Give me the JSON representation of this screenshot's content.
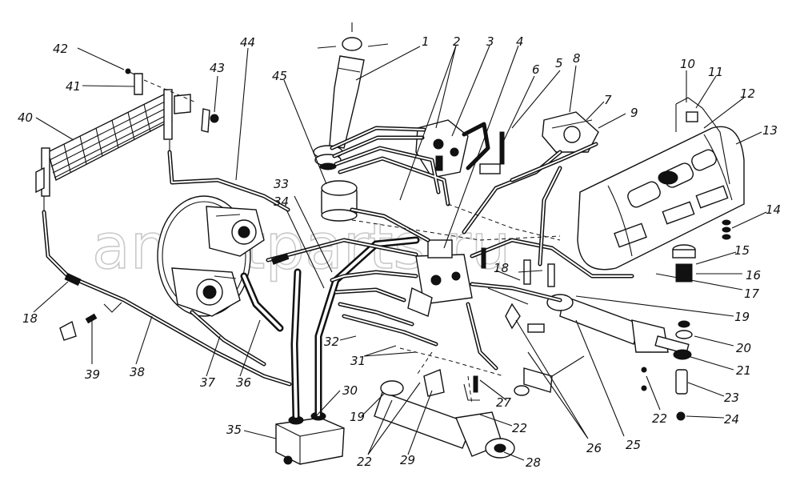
{
  "watermark": "ansetparts.ru",
  "labels": [
    {
      "id": "1",
      "text": "1"
    },
    {
      "id": "2",
      "text": "2"
    },
    {
      "id": "3",
      "text": "3"
    },
    {
      "id": "4",
      "text": "4"
    },
    {
      "id": "5",
      "text": "5"
    },
    {
      "id": "6",
      "text": "6"
    },
    {
      "id": "7",
      "text": "7"
    },
    {
      "id": "8",
      "text": "8"
    },
    {
      "id": "9",
      "text": "9"
    },
    {
      "id": "10",
      "text": "10"
    },
    {
      "id": "11",
      "text": "11"
    },
    {
      "id": "12",
      "text": "12"
    },
    {
      "id": "13",
      "text": "13"
    },
    {
      "id": "14",
      "text": "14"
    },
    {
      "id": "15",
      "text": "15"
    },
    {
      "id": "16",
      "text": "16"
    },
    {
      "id": "17",
      "text": "17"
    },
    {
      "id": "18a",
      "text": "18"
    },
    {
      "id": "18b",
      "text": "18"
    },
    {
      "id": "19a",
      "text": "19"
    },
    {
      "id": "19b",
      "text": "19"
    },
    {
      "id": "20",
      "text": "20"
    },
    {
      "id": "21",
      "text": "21"
    },
    {
      "id": "22a",
      "text": "22"
    },
    {
      "id": "22b",
      "text": "22"
    },
    {
      "id": "22c",
      "text": "22"
    },
    {
      "id": "23",
      "text": "23"
    },
    {
      "id": "24",
      "text": "24"
    },
    {
      "id": "25",
      "text": "25"
    },
    {
      "id": "26",
      "text": "26"
    },
    {
      "id": "27",
      "text": "27"
    },
    {
      "id": "28",
      "text": "28"
    },
    {
      "id": "29",
      "text": "29"
    },
    {
      "id": "30",
      "text": "30"
    },
    {
      "id": "31",
      "text": "31"
    },
    {
      "id": "32",
      "text": "32"
    },
    {
      "id": "33",
      "text": "33"
    },
    {
      "id": "34",
      "text": "34"
    },
    {
      "id": "35",
      "text": "35"
    },
    {
      "id": "36",
      "text": "36"
    },
    {
      "id": "37",
      "text": "37"
    },
    {
      "id": "38",
      "text": "38"
    },
    {
      "id": "39",
      "text": "39"
    },
    {
      "id": "40",
      "text": "40"
    },
    {
      "id": "41",
      "text": "41"
    },
    {
      "id": "42",
      "text": "42"
    },
    {
      "id": "43",
      "text": "43"
    },
    {
      "id": "44",
      "text": "44"
    },
    {
      "id": "45",
      "text": "45"
    }
  ]
}
